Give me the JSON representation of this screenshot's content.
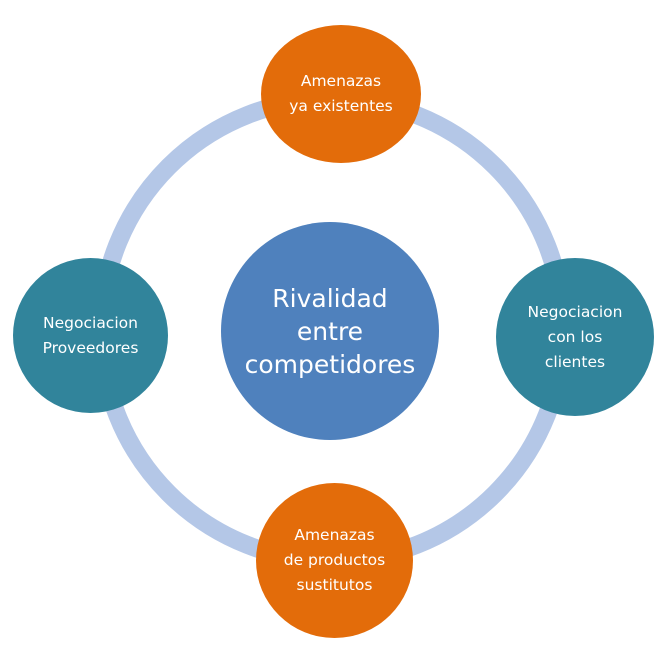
{
  "diagram": {
    "ring_color": "#b4c7e7",
    "center": {
      "label": "Rivalidad\nentre\ncompetidores",
      "color": "#4f81bd"
    },
    "nodes": {
      "top": {
        "label": "Amenazas\nya existentes",
        "color": "#e36c0a"
      },
      "right": {
        "label": "Negociacion\ncon los\nclientes",
        "color": "#31849b"
      },
      "bottom": {
        "label": "Amenazas\nde productos\nsustitutos",
        "color": "#e36c0a"
      },
      "left": {
        "label": "Negociacion\nProveedores",
        "color": "#31849b"
      }
    }
  }
}
